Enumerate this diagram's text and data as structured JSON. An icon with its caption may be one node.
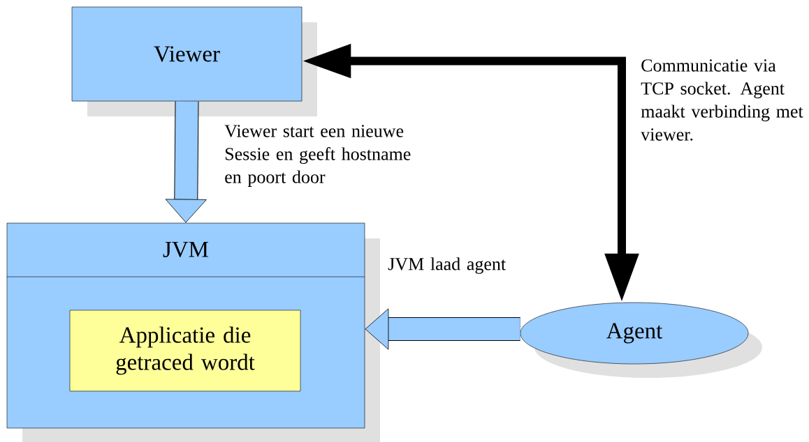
{
  "diagram": {
    "nodes": [
      {
        "text": [
          "Viewer"
        ]
      },
      {
        "text": [
          "JVM"
        ]
      },
      {
        "text": [
          "Applicatie die getraced wordt"
        ],
        "in": 1
      },
      {
        "text": [
          "Agent"
        ]
      }
    ],
    "edges": [
      {
        "from": 0,
        "to": 1,
        "arrow": "to",
        "label": "Viewer start een nieuwe Sessie en geeft hostname en poort door"
      },
      {
        "from": 3,
        "to": 1,
        "arrow": "to",
        "label": "JVM laad agent"
      },
      {
        "from": 0,
        "to": 3,
        "arrow": "both",
        "color": "#000000",
        "label": "Communicatie via TCP socket. Agent maakt verbinding met viewer."
      }
    ]
  }
}
